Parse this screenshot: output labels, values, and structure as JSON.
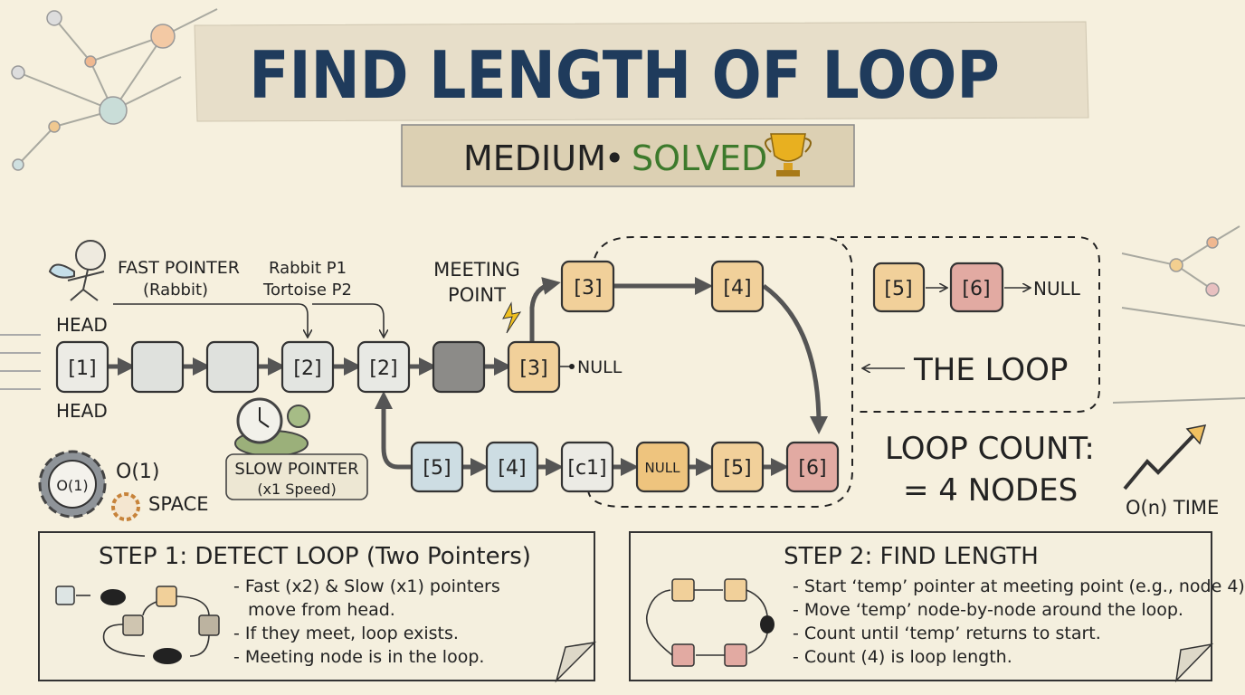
{
  "title": "FIND LENGTH OF LOOP",
  "badge": {
    "difficulty": "MEDIUM",
    "separator": "•",
    "status": "SOLVED",
    "trophy_icon": "trophy-icon"
  },
  "colors": {
    "title": "#1f3b5c",
    "solved": "#3d7a2c",
    "node_gray": "#e3e5e1",
    "node_blue": "#cddde3",
    "node_orange": "#f1d09a",
    "node_pink": "#e2aaa2",
    "background": "#f6f0de"
  },
  "labels": {
    "fast_pointer": "FAST POINTER",
    "fast_pointer_sub": "(Rabbit)",
    "rabbit_p1": "Rabbit P1",
    "tortoise_p2": "Tortoise P2",
    "meeting_point_1": "MEETING",
    "meeting_point_2": "POINT",
    "head_top": "HEAD",
    "head_bottom": "HEAD",
    "slow_pointer": "SLOW POINTER",
    "slow_pointer_sub": "(x1 Speed)",
    "space_value": "O(1)",
    "space_gear": "O(1)",
    "space_label": "SPACE",
    "the_loop": "THE LOOP",
    "loop_count_1": "LOOP COUNT:",
    "loop_count_2": "= 4 NODES",
    "time": "O(n) TIME",
    "null_main": "NULL",
    "null_right": "NULL"
  },
  "main_row": [
    "[1]",
    "",
    "",
    "[2]",
    "[2]",
    "",
    "[3]"
  ],
  "loop_top": [
    "[3]",
    "[4]"
  ],
  "bottom_row": [
    "[5]",
    "[4]",
    "[c1]",
    "NULL",
    "[5]",
    "[6]"
  ],
  "right_row": [
    "[5]",
    "[6]"
  ],
  "step1": {
    "title": "STEP 1: DETECT LOOP (Two Pointers)",
    "bullets": [
      "- Fast (x2) & Slow (x1) pointers",
      "move from head.",
      "- If they meet, loop exists.",
      "- Meeting node is in the loop."
    ]
  },
  "step2": {
    "title": "STEP 2: FIND LENGTH",
    "bullets": [
      "- Start ‘temp’ pointer at meeting point (e.g., node 4).",
      "- Move ‘temp’ node-by-node around the loop.",
      "- Count until ‘temp’ returns to start.",
      "- Count (4) is loop length."
    ]
  }
}
